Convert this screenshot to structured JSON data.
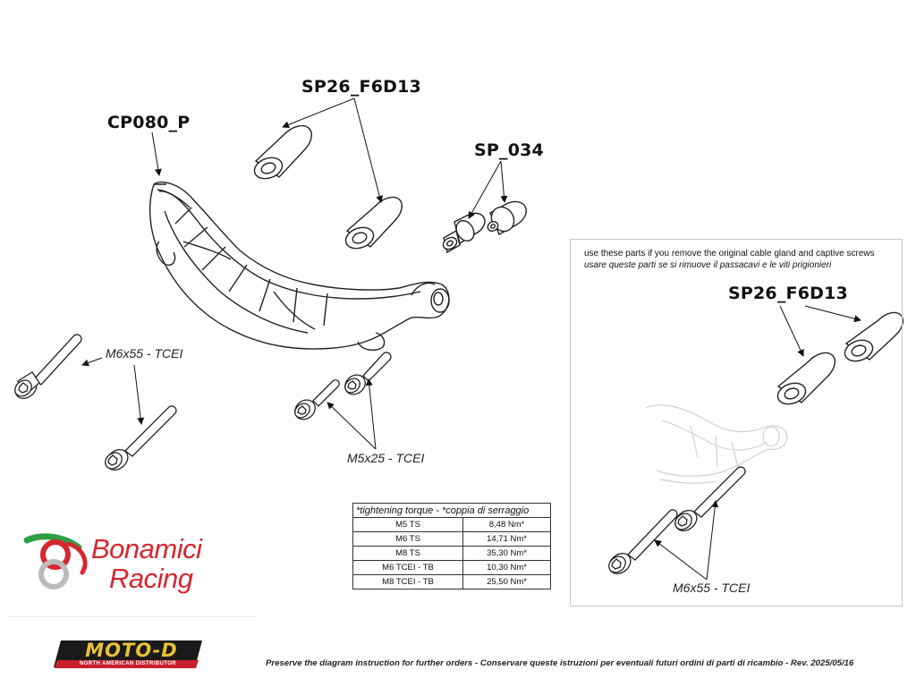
{
  "labels": {
    "cp080": "CP080_P",
    "sp26_main": "SP26_F6D13",
    "sp034": "SP_034",
    "m6x55_main": "M6x55 - TCEI",
    "m5x25": "M5x25 - TCEI",
    "sp26_inset": "SP26_F6D13",
    "m6x55_inset": "M6x55 - TCEI"
  },
  "inset": {
    "note_en": "use these parts if you remove the original cable gland and captive screws",
    "note_it": "usare queste parti se si rimuove il passacavi e le viti prigionieri"
  },
  "torque_table": {
    "header": "*tightening torque - *coppia di serraggio",
    "rows": [
      {
        "fastener": "M5 TS",
        "value": "8,48 Nm*"
      },
      {
        "fastener": "M6 TS",
        "value": "14,71 Nm*"
      },
      {
        "fastener": "M8 TS",
        "value": "35,30 Nm*"
      },
      {
        "fastener": "M6 TCEI - TB",
        "value": "10,30 Nm*"
      },
      {
        "fastener": "M8 TCEI - TB",
        "value": "25,50 Nm*"
      }
    ]
  },
  "brand": {
    "line1": "Bonamici",
    "line2": "Racing",
    "color": "#d7262e",
    "green": "#2e9e45"
  },
  "distributor": {
    "name": "MOTO-D",
    "tagline": "NORTH AMERICAN DISTRIBUTOR"
  },
  "footer": "Preserve the diagram instruction for further orders - Conservare queste istruzioni per eventuali futuri ordini di parti di ricambio - Rev. 2025/05/16"
}
